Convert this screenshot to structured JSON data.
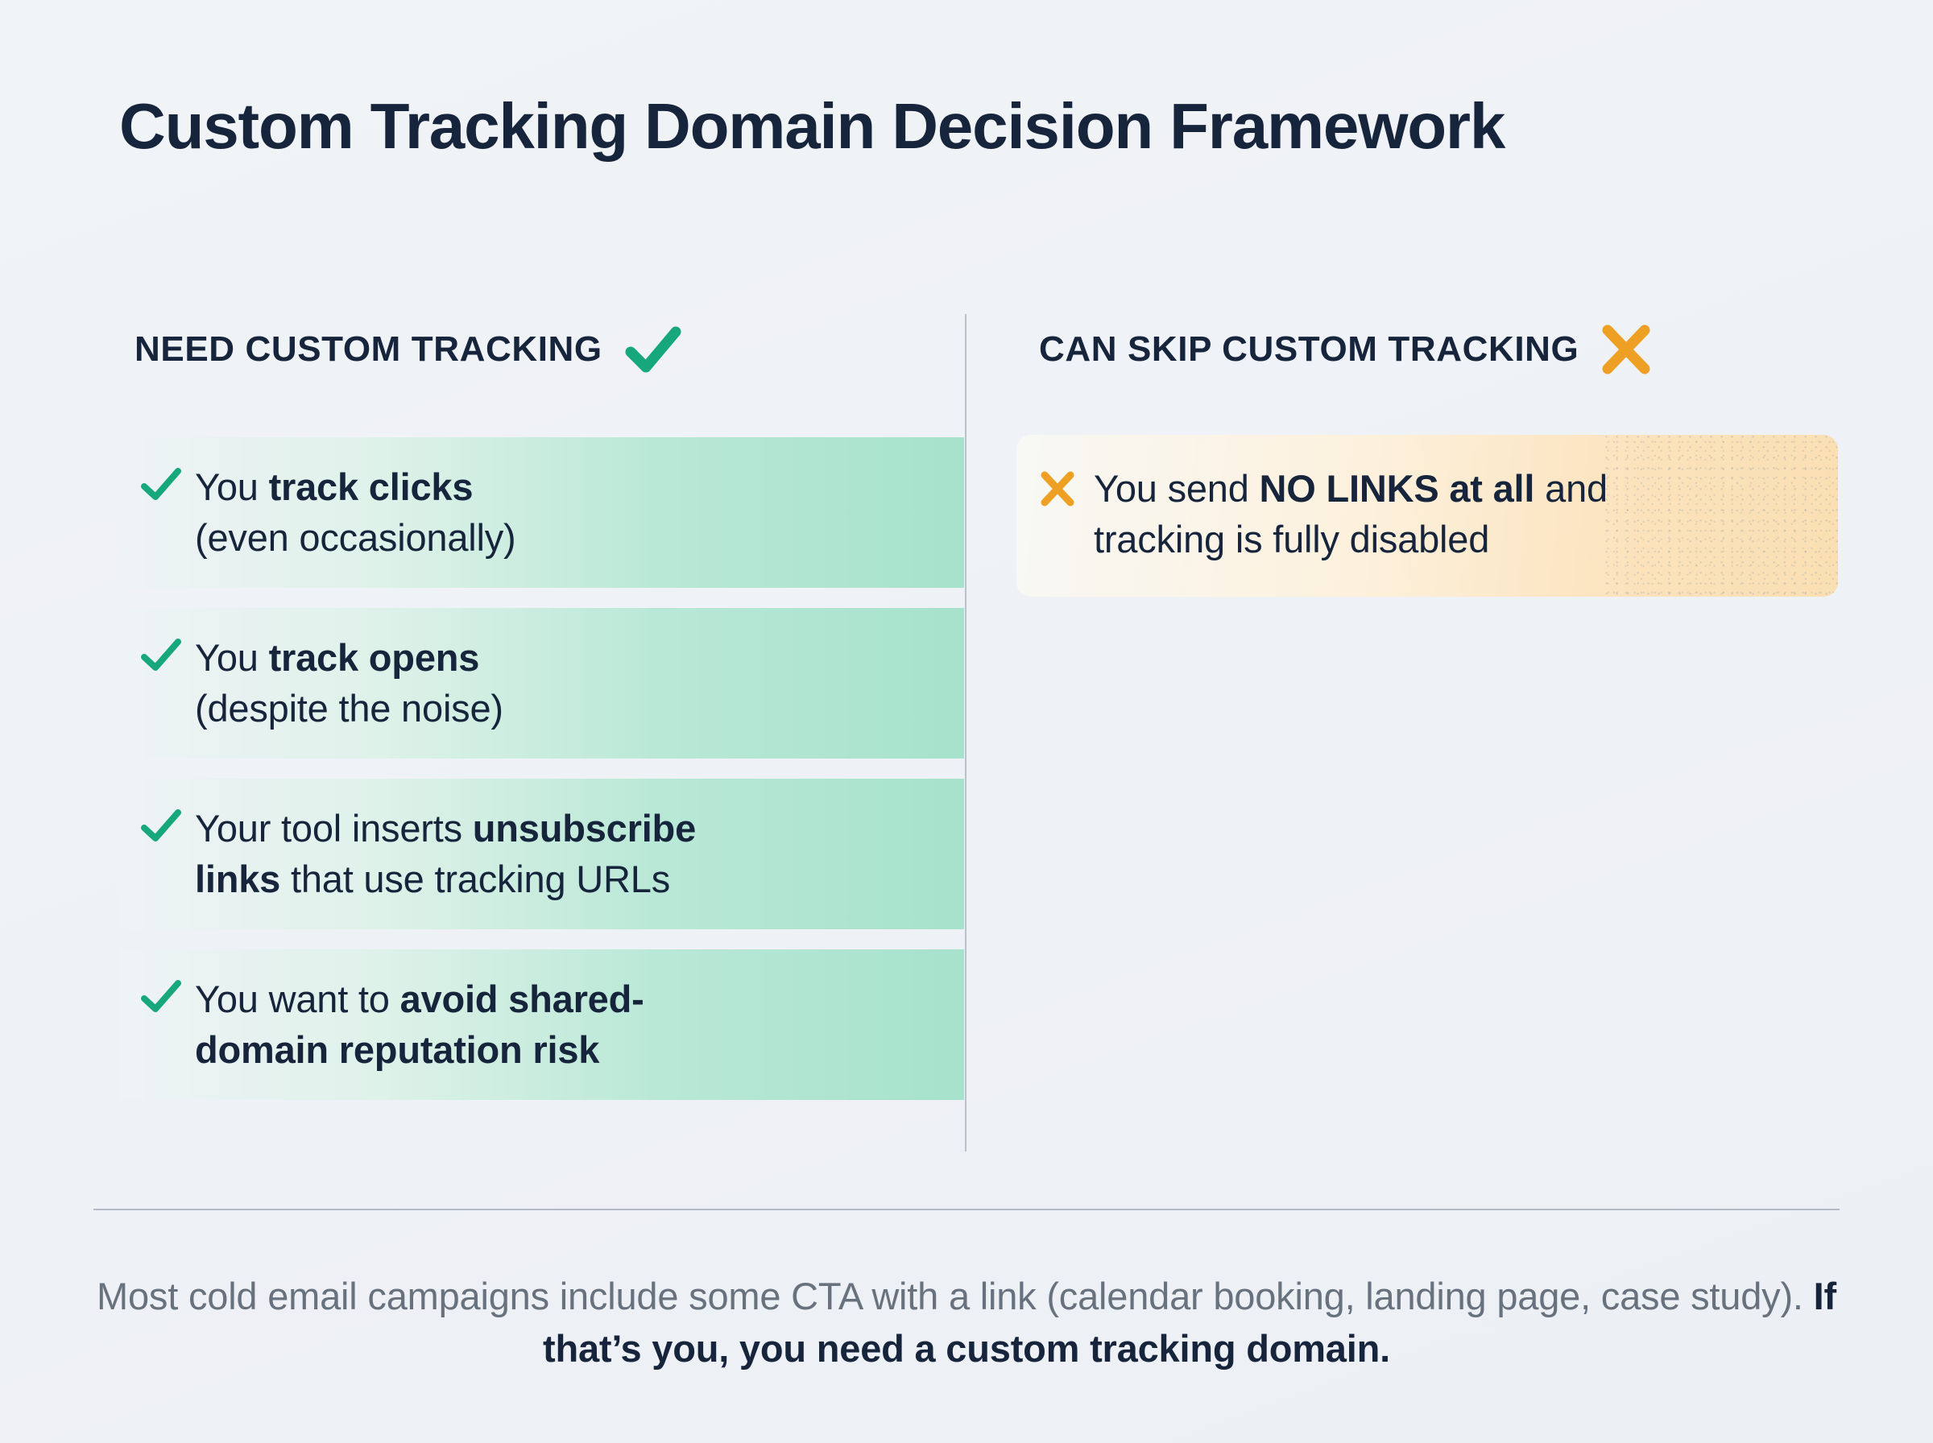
{
  "title": "Custom Tracking Domain Decision Framework",
  "columns": {
    "left": {
      "heading": "NEED CUSTOM TRACKING",
      "icon": "check-icon",
      "accent": "#16a87a",
      "items": [
        {
          "lead": "You ",
          "bold": "track clicks",
          "tail": "",
          "line2_lead": "(even occasionally)",
          "line2_bold": "",
          "line2_tail": ""
        },
        {
          "lead": "You ",
          "bold": "track opens",
          "tail": "",
          "line2_lead": "(despite the noise)",
          "line2_bold": "",
          "line2_tail": ""
        },
        {
          "lead": "Your tool inserts ",
          "bold": "unsubscribe",
          "tail": "",
          "line2_lead": "",
          "line2_bold": "links",
          "line2_tail": " that use tracking URLs"
        },
        {
          "lead": "You want to ",
          "bold": "avoid shared-",
          "tail": "",
          "line2_lead": "",
          "line2_bold": "domain reputation risk",
          "line2_tail": ""
        }
      ]
    },
    "right": {
      "heading": "CAN SKIP CUSTOM TRACKING",
      "icon": "x-icon",
      "accent": "#eda024",
      "items": [
        {
          "lead": "You send ",
          "bold": "NO LINKS at all",
          "tail": " and",
          "line2_lead": "tracking is fully disabled",
          "line2_bold": "",
          "line2_tail": ""
        }
      ]
    }
  },
  "footer": {
    "normal": "Most cold email campaigns include some CTA with a link (calendar booking, landing page, case study). ",
    "emphasis": "If that’s you, you need a custom tracking domain."
  },
  "colors": {
    "background": "#eff2f6",
    "ink": "#16243c",
    "green": "#16a87a",
    "orange": "#eda024",
    "mint_card": "#a6e2cc",
    "peach_card": "#fadfb2",
    "muted_text": "#68727e",
    "rule": "#9fa9b6"
  }
}
